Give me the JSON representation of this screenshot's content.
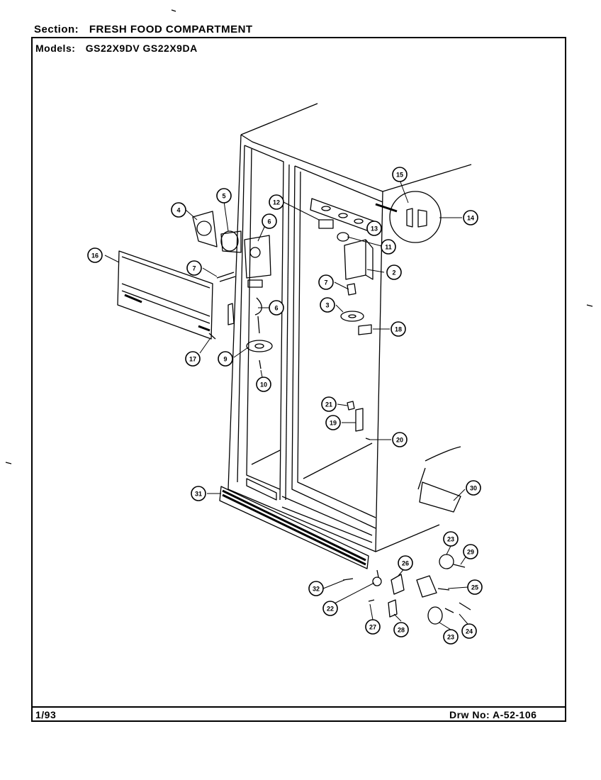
{
  "header": {
    "section_label": "Section:",
    "section_value": "FRESH FOOD COMPARTMENT",
    "models_label": "Models:",
    "models_value": "GS22X9DV   GS22X9DA"
  },
  "footer": {
    "date": "1/93",
    "drawing_number": "Drw No: A-52-106"
  },
  "callouts": [
    {
      "id": "c15",
      "label": "15"
    },
    {
      "id": "c14",
      "label": "14"
    },
    {
      "id": "c12",
      "label": "12"
    },
    {
      "id": "c13",
      "label": "13"
    },
    {
      "id": "c4",
      "label": "4"
    },
    {
      "id": "c5",
      "label": "5"
    },
    {
      "id": "c6a",
      "label": "6"
    },
    {
      "id": "c11",
      "label": "11"
    },
    {
      "id": "c16",
      "label": "16"
    },
    {
      "id": "c7a",
      "label": "7"
    },
    {
      "id": "c2",
      "label": "2"
    },
    {
      "id": "c7b",
      "label": "7"
    },
    {
      "id": "c6b",
      "label": "6"
    },
    {
      "id": "c3",
      "label": "3"
    },
    {
      "id": "c18",
      "label": "18"
    },
    {
      "id": "c17",
      "label": "17"
    },
    {
      "id": "c9",
      "label": "9"
    },
    {
      "id": "c10",
      "label": "10"
    },
    {
      "id": "c21",
      "label": "21"
    },
    {
      "id": "c19",
      "label": "19"
    },
    {
      "id": "c20",
      "label": "20"
    },
    {
      "id": "c31",
      "label": "31"
    },
    {
      "id": "c30",
      "label": "30"
    },
    {
      "id": "c23a",
      "label": "23"
    },
    {
      "id": "c29",
      "label": "29"
    },
    {
      "id": "c26",
      "label": "26"
    },
    {
      "id": "c32",
      "label": "32"
    },
    {
      "id": "c25",
      "label": "25"
    },
    {
      "id": "c22",
      "label": "22"
    },
    {
      "id": "c27",
      "label": "27"
    },
    {
      "id": "c28",
      "label": "28"
    },
    {
      "id": "c24",
      "label": "24"
    },
    {
      "id": "c23b",
      "label": "23"
    }
  ]
}
